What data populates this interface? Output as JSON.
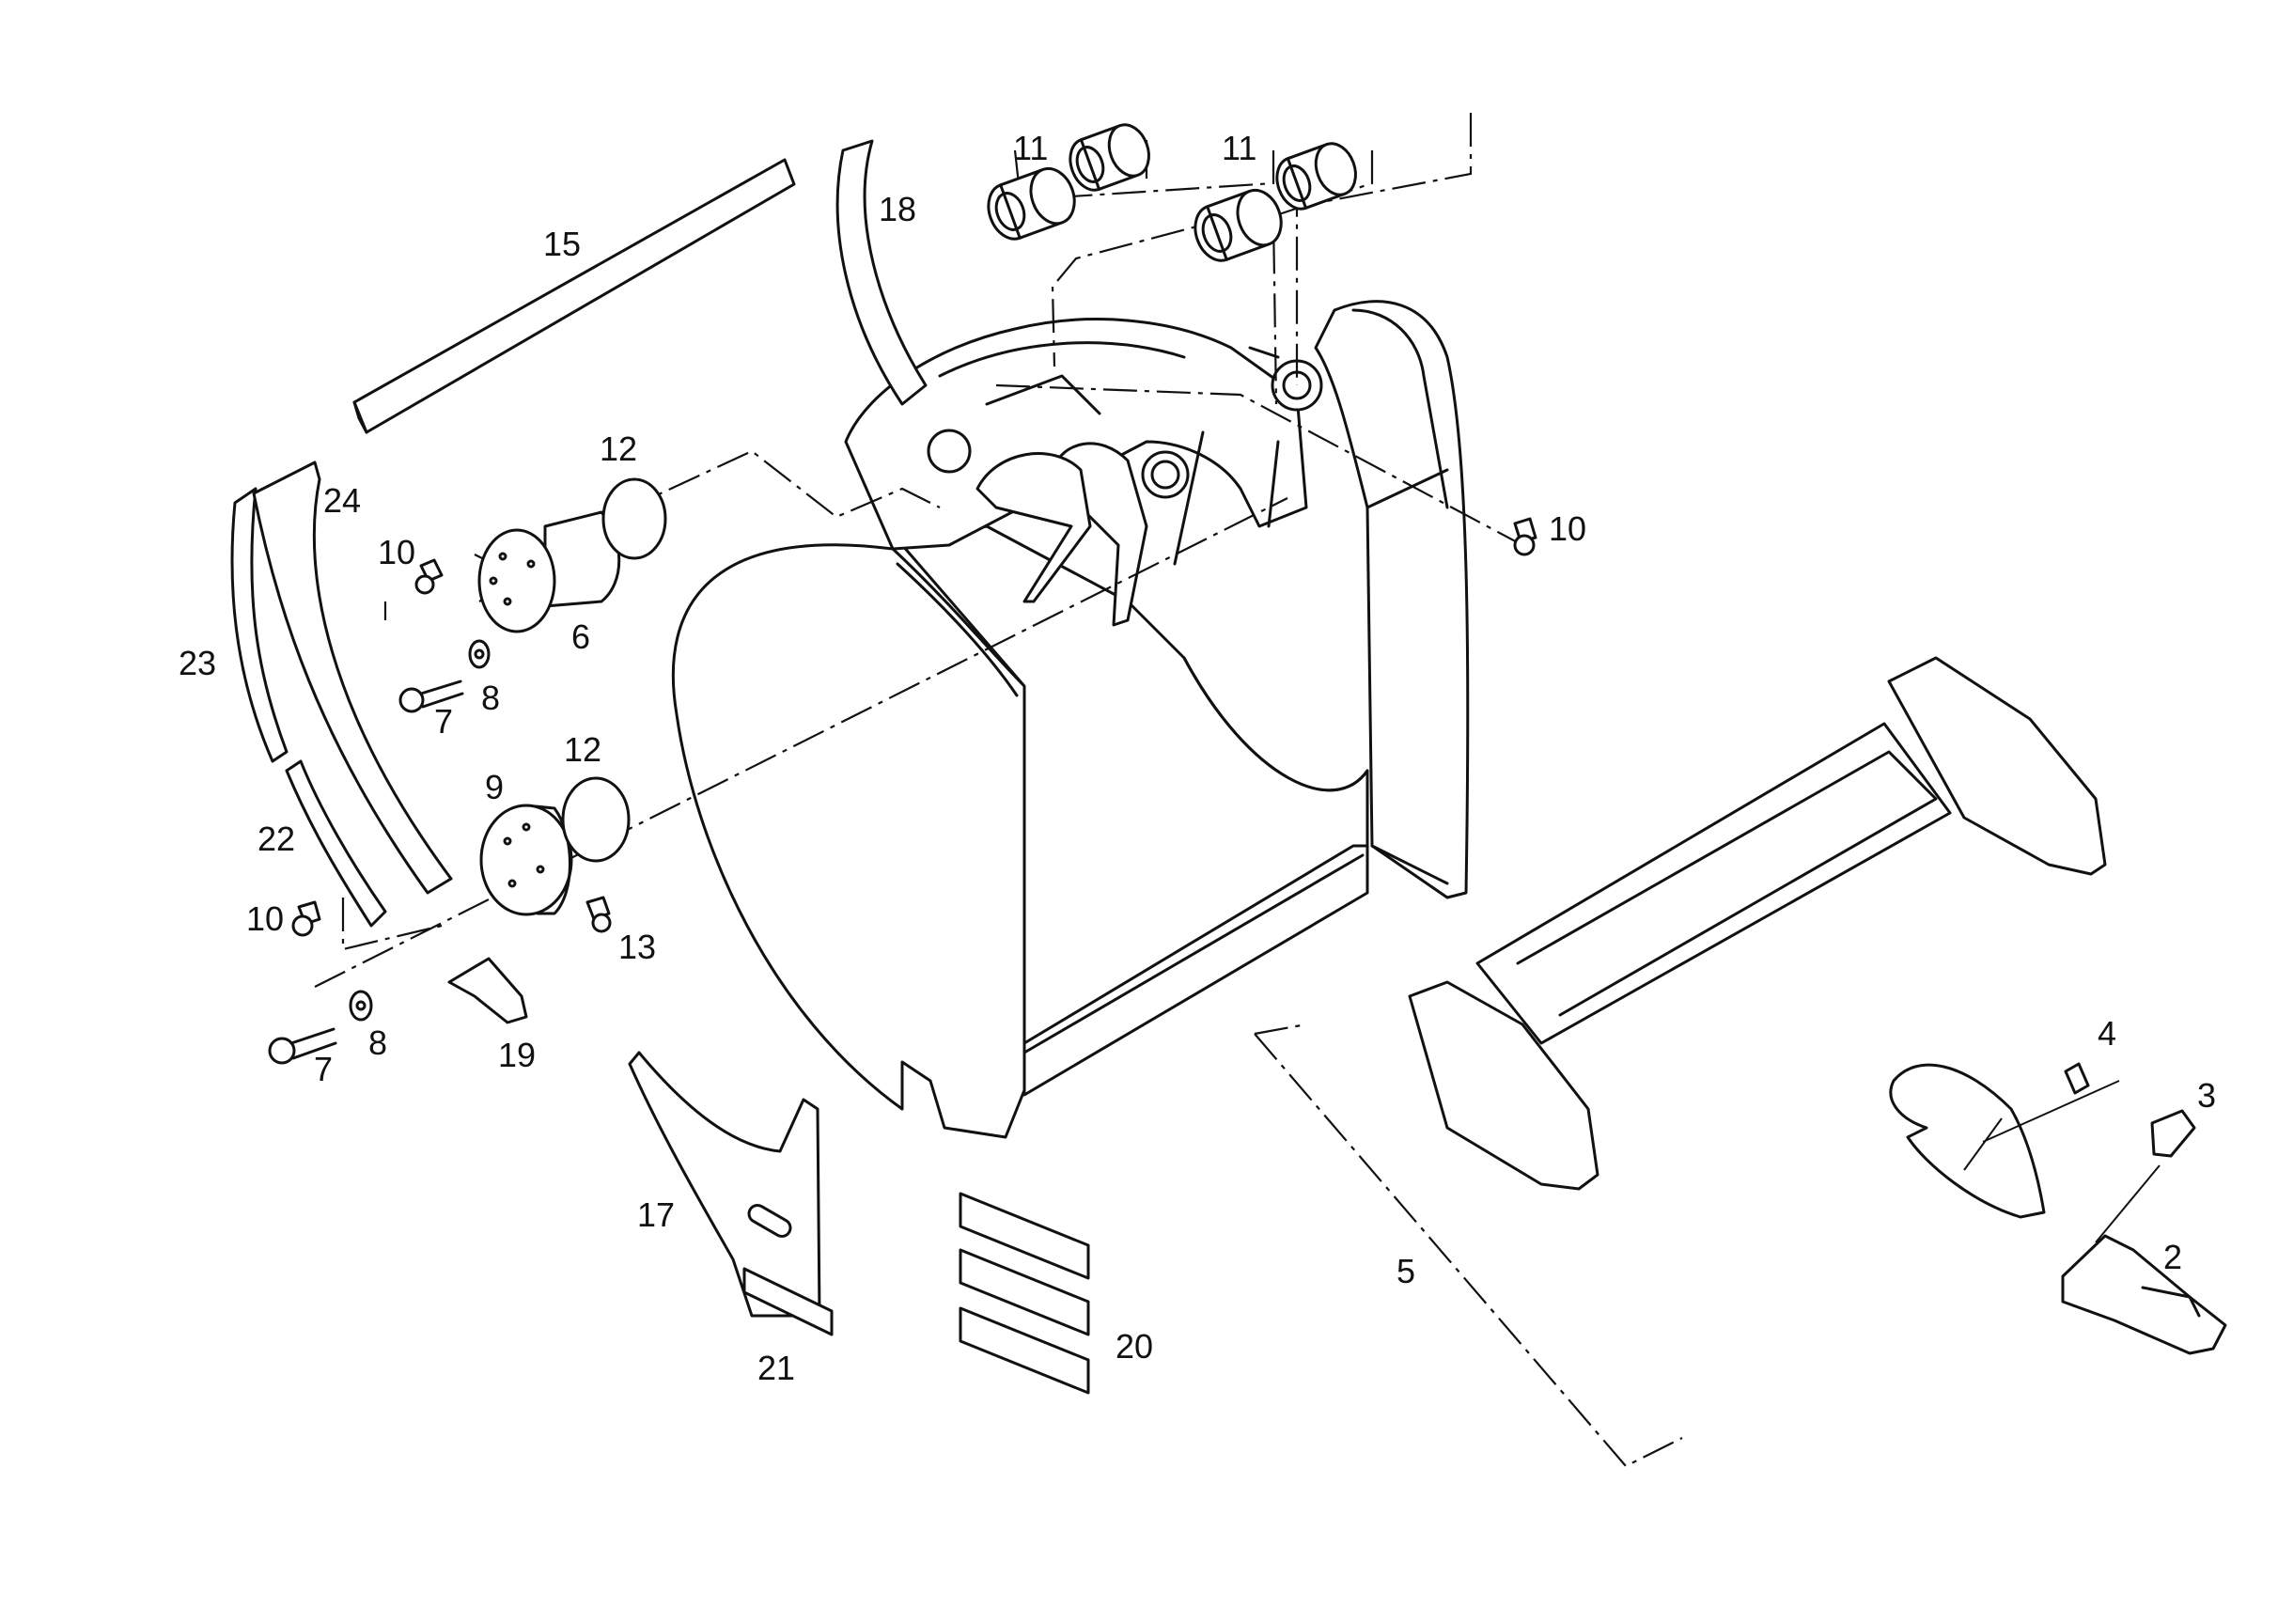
{
  "callouts": [
    {
      "id": "c2",
      "text": "2"
    },
    {
      "id": "c3",
      "text": "3"
    },
    {
      "id": "c4",
      "text": "4"
    },
    {
      "id": "c5",
      "text": "5"
    },
    {
      "id": "c6",
      "text": "6"
    },
    {
      "id": "c7a",
      "text": "7"
    },
    {
      "id": "c7b",
      "text": "7"
    },
    {
      "id": "c8a",
      "text": "8"
    },
    {
      "id": "c8b",
      "text": "8"
    },
    {
      "id": "c9",
      "text": "9"
    },
    {
      "id": "c10a",
      "text": "10"
    },
    {
      "id": "c10b",
      "text": "10"
    },
    {
      "id": "c10c",
      "text": "10"
    },
    {
      "id": "c11a",
      "text": "11"
    },
    {
      "id": "c11b",
      "text": "11"
    },
    {
      "id": "c12a",
      "text": "12"
    },
    {
      "id": "c12b",
      "text": "12"
    },
    {
      "id": "c13",
      "text": "13"
    },
    {
      "id": "c15",
      "text": "15"
    },
    {
      "id": "c17",
      "text": "17"
    },
    {
      "id": "c18",
      "text": "18"
    },
    {
      "id": "c19",
      "text": "19"
    },
    {
      "id": "c20",
      "text": "20"
    },
    {
      "id": "c21",
      "text": "21"
    },
    {
      "id": "c22",
      "text": "22"
    },
    {
      "id": "c23",
      "text": "23"
    },
    {
      "id": "c24",
      "text": "24"
    }
  ]
}
